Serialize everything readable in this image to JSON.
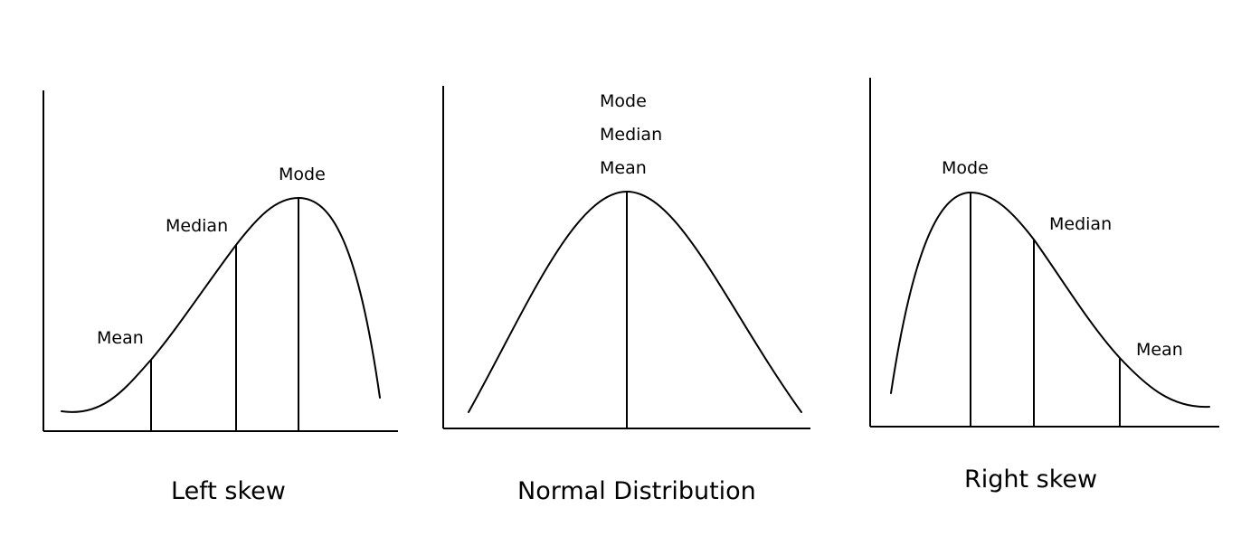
{
  "panels": [
    {
      "title": "Left skew",
      "labels": {
        "mode": "Mode",
        "median": "Median",
        "mean": "Mean"
      }
    },
    {
      "title": "Normal Distribution",
      "labels": {
        "mode": "Mode",
        "median": "Median",
        "mean": "Mean"
      }
    },
    {
      "title": "Right skew",
      "labels": {
        "mode": "Mode",
        "median": "Median",
        "mean": "Mean"
      }
    }
  ]
}
